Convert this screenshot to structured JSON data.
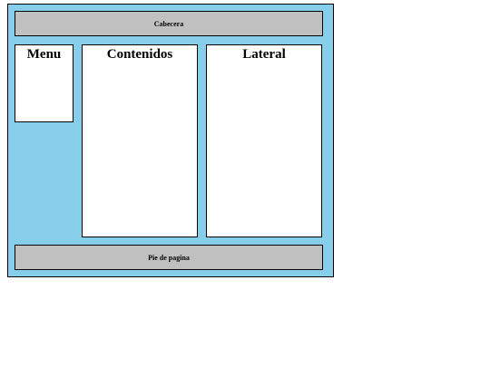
{
  "header": {
    "title": "Cabecera"
  },
  "menu": {
    "title": "Menu"
  },
  "content": {
    "title": "Contenidos"
  },
  "lateral": {
    "title": "Lateral"
  },
  "footer": {
    "title": "Pie de pagina"
  },
  "colors": {
    "frame_background": "#87CEEB",
    "bar_background": "#C0C0C0",
    "panel_background": "#FFFFFF",
    "border": "#000000"
  }
}
